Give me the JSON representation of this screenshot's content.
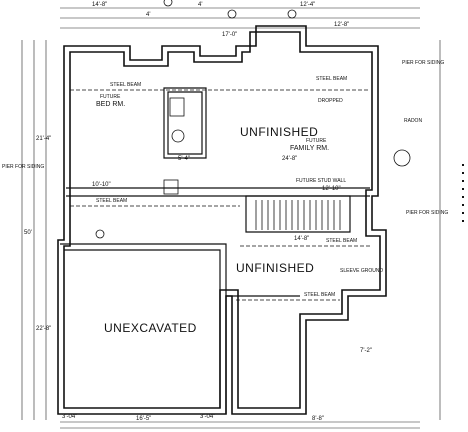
{
  "rooms": {
    "unfinished_top": "UNFINISHED",
    "unfinished_bottom": "UNFINISHED",
    "unexcavated": "UNEXCAVATED",
    "family_rm": "FAMILY RM.",
    "future": "FUTURE",
    "bed_rm": "BED RM.",
    "future_bed": "FUTURE"
  },
  "notes": {
    "steel_beam": "STEEL BEAM",
    "sleeve_ground": "SLEEVE GROUND",
    "future_stud_wall": "FUTURE STUD WALL",
    "dropped": "DROPPED",
    "pier_left": "PIER FOR SIDING",
    "pier_right": "PIER FOR SIDING",
    "pier_right2": "PIER FOR SIDING",
    "radon": "RADON"
  },
  "dimensions": {
    "top_1": "14'-8\"",
    "top_2": "4'",
    "top_3": "12'-4\"",
    "top_4": "4'",
    "top_5": "12'-8\"",
    "top_6": "17'-0\"",
    "left_1": "21'-4\"",
    "left_2": "50'",
    "left_3": "22'-8\"",
    "mid_1": "24'-8\"",
    "mid_2": "5'-4\"",
    "mid_3": "10'-10\"",
    "mid_4": "12'-10\"",
    "mid_5": "14'-8\"",
    "mid_6": "7'-2\"",
    "bot_1": "3'-04\"",
    "bot_2": "16'-5\"",
    "bot_3": "3'-04\"",
    "bot_4": "8'-8\""
  }
}
